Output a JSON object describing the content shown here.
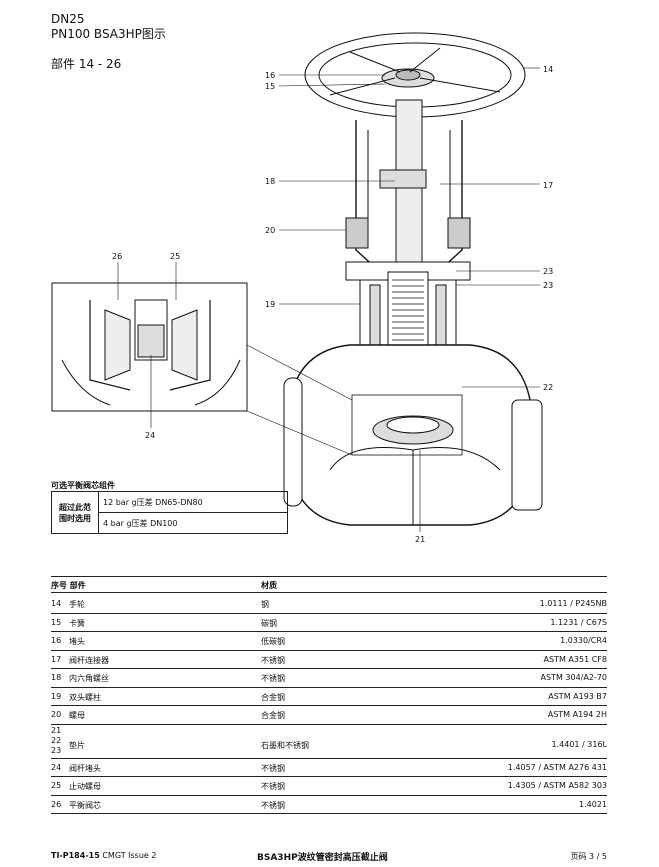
{
  "header": {
    "line1": "DN25",
    "line2": "PN100 BSA3HP图示",
    "line3": "部件 14 - 26"
  },
  "callouts": {
    "c14": "14",
    "c15": "15",
    "c16": "16",
    "c17": "17",
    "c18": "18",
    "c19": "19",
    "c20": "20",
    "c21": "21",
    "c22": "22",
    "c23a": "23",
    "c23b": "23",
    "c24": "24",
    "c25": "25",
    "c26": "26"
  },
  "optional": {
    "title": "可选平衡阀芯组件",
    "left_label": "超过此范围时选用",
    "row1": "12 bar g压差 DN65-DN80",
    "row2": "4 bar g压差 DN100"
  },
  "parts": {
    "head_no_name": "序号 部件",
    "head_material": "材质",
    "rows": [
      {
        "no": "14",
        "name": "手轮",
        "material": "钢",
        "std": "1.0111 / P245NB"
      },
      {
        "no": "15",
        "name": "卡簧",
        "material": "碳钢",
        "std": "1.1231 / C67S"
      },
      {
        "no": "16",
        "name": "堵头",
        "material": "低碳钢",
        "std": "1.0330/CR4"
      },
      {
        "no": "17",
        "name": "阀杆连接器",
        "material": "不锈钢",
        "std": "ASTM A351 CF8"
      },
      {
        "no": "18",
        "name": "内六角螺丝",
        "material": "不锈钢",
        "std": "ASTM 304/A2-70"
      },
      {
        "no": "19",
        "name": "双头螺柱",
        "material": "合金钢",
        "std": "ASTM A193 B7"
      },
      {
        "no": "20",
        "name": "螺母",
        "material": "合金钢",
        "std": "ASTM A194 2H"
      },
      {
        "no": "21\n22\n23",
        "name": "垫片",
        "material": "石墨和不锈钢",
        "std": "1.4401 / 316L"
      },
      {
        "no": "24",
        "name": "阀杆堵头",
        "material": "不锈钢",
        "std": "1.4057 / ASTM A276 431"
      },
      {
        "no": "25",
        "name": "止动螺母",
        "material": "不锈钢",
        "std": "1.4305 / ASTM A582 303"
      },
      {
        "no": "26",
        "name": "平衡阀芯",
        "material": "不锈钢",
        "std": "1.4021"
      }
    ]
  },
  "footer": {
    "doc_bold": "TI-P184-15",
    "doc_rest": " CMGT Issue 2",
    "title": "BSA3HP波纹管密封高压截止阀",
    "page_label": "页码",
    "page": "3 / 5"
  }
}
